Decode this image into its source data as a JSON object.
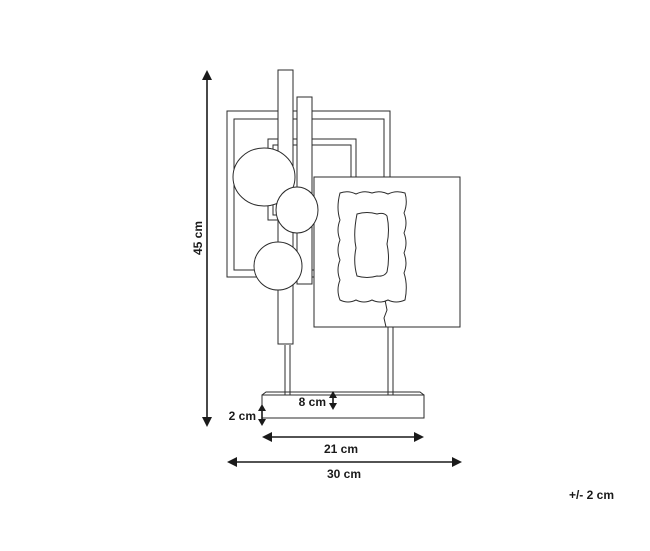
{
  "dimensions": {
    "height": "45 cm",
    "base_height": "2 cm",
    "base_depth": "8 cm",
    "base_width": "21 cm",
    "total_width": "30 cm"
  },
  "tolerance": "+/- 2 cm"
}
